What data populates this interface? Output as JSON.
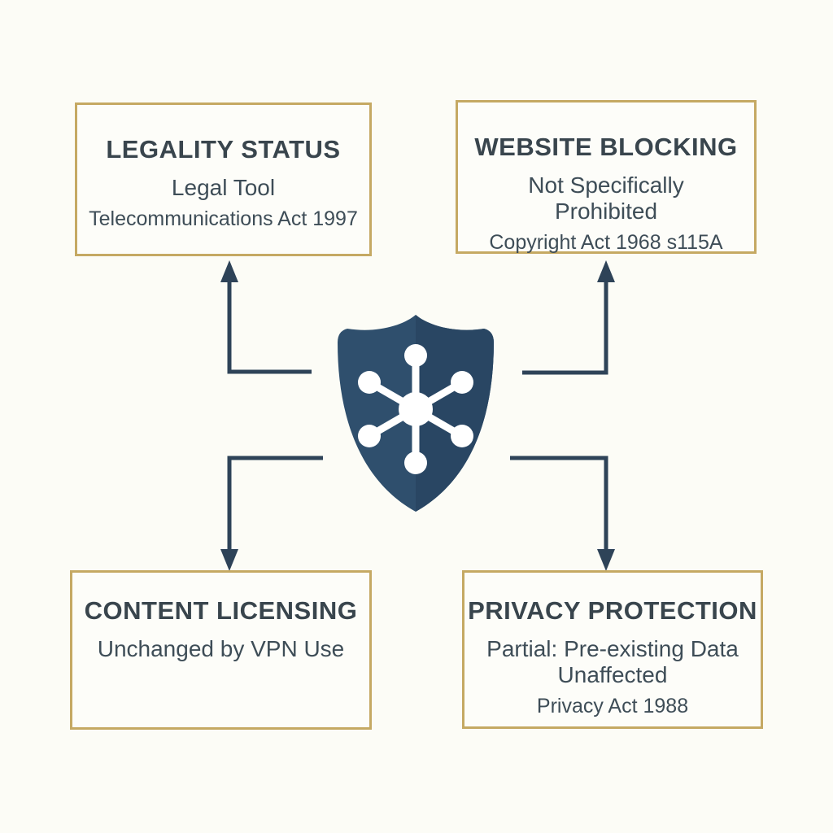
{
  "cards": [
    {
      "id": "legality-status",
      "heading": "LEGALITY STATUS",
      "subtitle": "Legal Tool",
      "reference": "Telecommunications Act 1997"
    },
    {
      "id": "website-blocking",
      "heading": "WEBSITE BLOCKING",
      "subtitle": "Not Specifically Prohibited",
      "reference": "Copyright Act 1968 s115A"
    },
    {
      "id": "content-licensing",
      "heading": "CONTENT LICENSING",
      "subtitle": "Unchanged by VPN Use",
      "reference": ""
    },
    {
      "id": "privacy-protection",
      "heading": "PRIVACY PROTECTION",
      "subtitle": "Partial: Pre-existing Data Unaffected",
      "reference": "Privacy Act 1988"
    }
  ],
  "center_icon": {
    "name": "shield-network-icon",
    "description": "dark navy shield containing a white hub-and-spoke network glyph"
  },
  "colors": {
    "background": "#fcfcf6",
    "card_border_gold": "#c5a963",
    "card_background": "#fdfdf9",
    "heading_text": "#39454d",
    "body_text": "#3e4d57",
    "connector_navy": "#2e4358",
    "shield_left": "#2f4f6d",
    "shield_right": "#294663",
    "glyph_white": "#ffffff"
  }
}
